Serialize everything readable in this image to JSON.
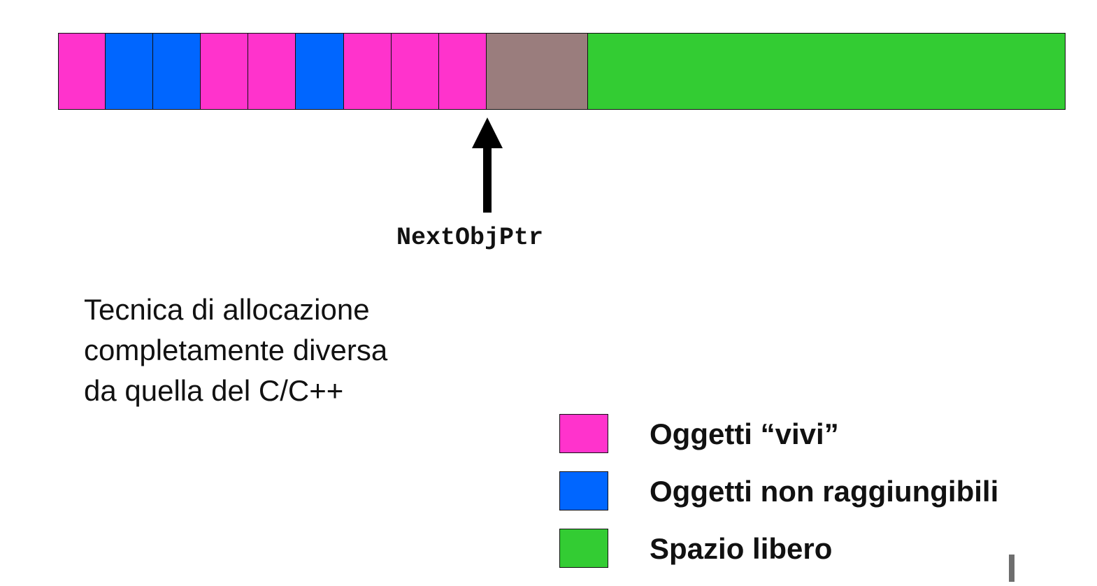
{
  "colors": {
    "live": "#ff33cc",
    "unreachable": "#0066ff",
    "pointer_region": "#9a7d7d",
    "free": "#33cc33"
  },
  "heap": {
    "blocks": [
      {
        "kind": "live",
        "color": "#ff33cc",
        "size": 1
      },
      {
        "kind": "unreachable",
        "color": "#0066ff",
        "size": 1
      },
      {
        "kind": "unreachable",
        "color": "#0066ff",
        "size": 1
      },
      {
        "kind": "live",
        "color": "#ff33cc",
        "size": 1
      },
      {
        "kind": "live",
        "color": "#ff33cc",
        "size": 1
      },
      {
        "kind": "unreachable",
        "color": "#0066ff",
        "size": 1
      },
      {
        "kind": "live",
        "color": "#ff33cc",
        "size": 1
      },
      {
        "kind": "live",
        "color": "#ff33cc",
        "size": 1
      },
      {
        "kind": "live",
        "color": "#ff33cc",
        "size": 1
      },
      {
        "kind": "pointer-region",
        "color": "#9a7d7d",
        "size": 2.13
      },
      {
        "kind": "free",
        "color": "#33cc33",
        "size": 10
      }
    ]
  },
  "pointer": {
    "label": "NextObjPtr",
    "icon": "up-arrow-icon"
  },
  "description": {
    "lines": [
      "Tecnica di allocazione",
      "completamente diversa",
      "da quella del C/C++"
    ]
  },
  "legend": {
    "items": [
      {
        "label": "Oggetti “vivi”",
        "color": "#ff33cc"
      },
      {
        "label": "Oggetti non raggiungibili",
        "color": "#0066ff"
      },
      {
        "label": "Spazio libero",
        "color": "#33cc33"
      }
    ]
  }
}
